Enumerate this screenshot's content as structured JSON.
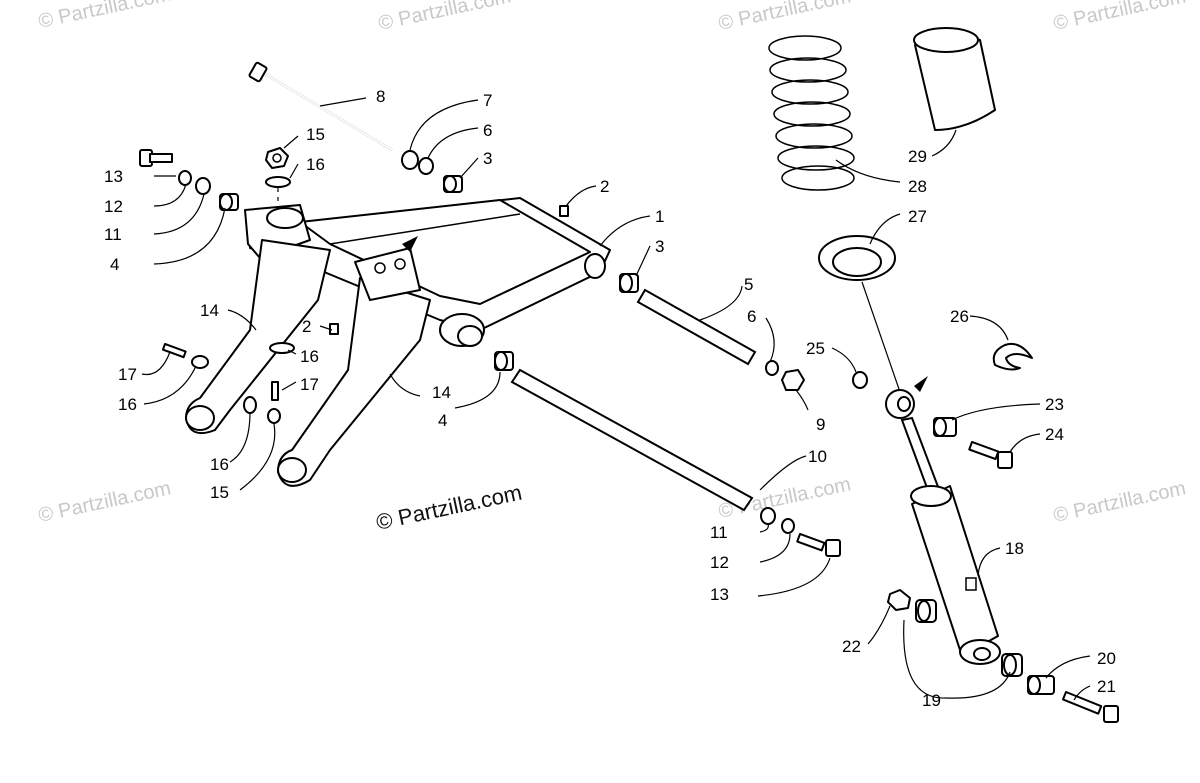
{
  "watermarks": {
    "top_1": "© Partzilla.com",
    "top_2": "© Partzilla.com",
    "top_3": "© Partzilla.com",
    "top_4": "© Partzilla.com",
    "mid_left": "© Partzilla.com",
    "mid_center": "© Partzilla.com",
    "mid_right": "© Partzilla.com",
    "main": "© Partzilla.com"
  },
  "callouts": {
    "c1": "1",
    "c2a": "2",
    "c2b": "2",
    "c3a": "3",
    "c3b": "3",
    "c4a": "4",
    "c4b": "4",
    "c5": "5",
    "c6a": "6",
    "c6b": "6",
    "c7": "7",
    "c8": "8",
    "c9": "9",
    "c10": "10",
    "c11a": "11",
    "c11b": "11",
    "c12a": "12",
    "c12b": "12",
    "c13a": "13",
    "c13b": "13",
    "c14a": "14",
    "c14b": "14",
    "c15a": "15",
    "c15b": "15",
    "c16a": "16",
    "c16b": "16",
    "c16c": "16",
    "c16d": "16",
    "c17a": "17",
    "c17b": "17",
    "c18": "18",
    "c19": "19",
    "c20": "20",
    "c21": "21",
    "c22": "22",
    "c23": "23",
    "c24": "24",
    "c25": "25",
    "c26": "26",
    "c27": "27",
    "c28": "28",
    "c29": "29"
  },
  "colors": {
    "line": "#000000",
    "watermark": "#c8c8c8",
    "background": "#ffffff"
  }
}
